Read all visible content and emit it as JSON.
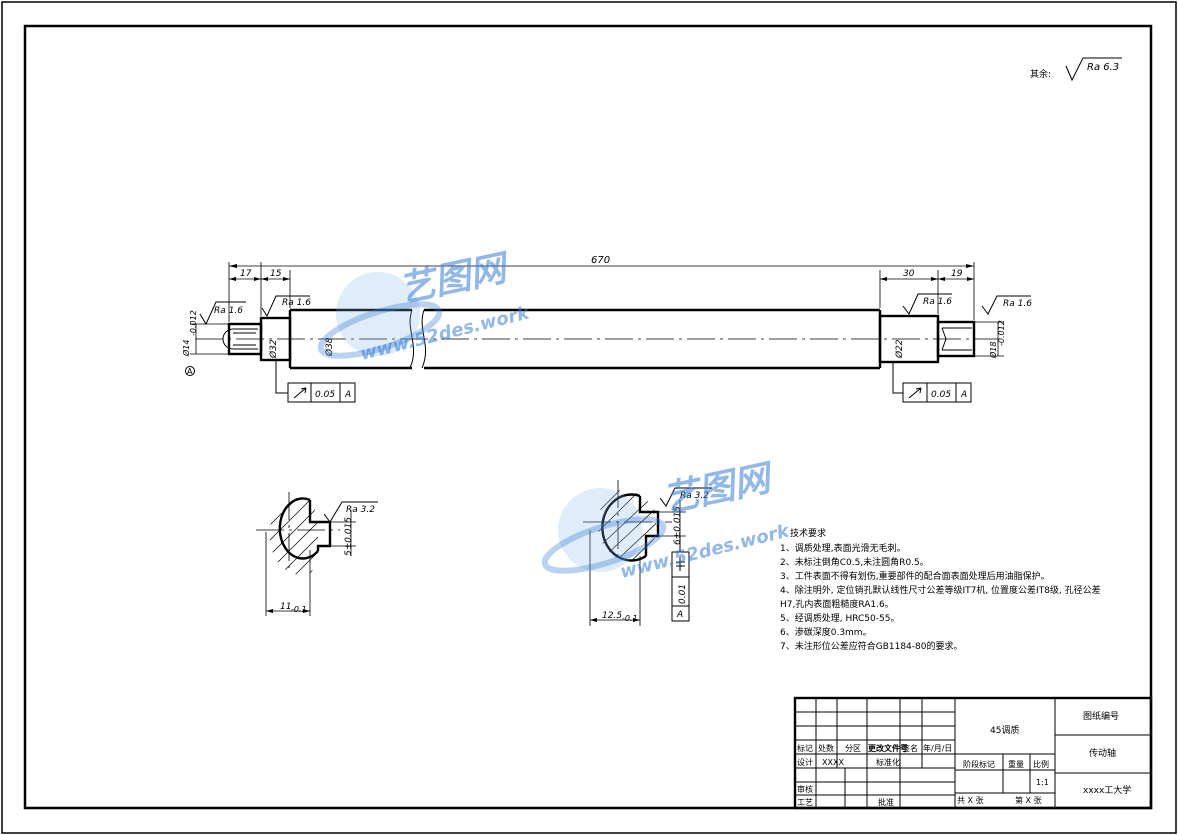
{
  "surface": {
    "other_label": "其余:",
    "other_value": "Ra 6.3"
  },
  "dimensions": {
    "overall_length": "670",
    "seg_17": "17",
    "seg_15": "15",
    "seg_30": "30",
    "seg_19": "19",
    "d_left_end": "Ø14",
    "d_left_end_tol": "-0.012",
    "d_left_shoulder": "Ø32",
    "d_body": "Ø38",
    "d_right_shoulder": "Ø22",
    "d_right_end": "Ø18",
    "d_right_end_tol": "-0.012",
    "datum_left": "A",
    "section1_width": "11",
    "section1_width_tol": "-0.1",
    "section1_key": "5±0.015",
    "section2_width": "12.5",
    "section2_width_tol": "-0.1",
    "section2_key": "6±0.015"
  },
  "roughness": {
    "r1": "Ra 1.6",
    "r2": "Ra 1.6",
    "r3": "Ra 1.6",
    "r4": "Ra 1.6",
    "r5": "Ra 3.2",
    "r6": "Ra 3.2"
  },
  "tolerance_frames": {
    "left": {
      "value": "0.05",
      "datum": "A"
    },
    "right": {
      "value": "0.05",
      "datum": "A"
    },
    "section": {
      "value": "0.01",
      "datum": "A"
    }
  },
  "watermark": {
    "title": "艺图网",
    "url": "www.52des.work"
  },
  "technical_requirements": {
    "title": "技术要求",
    "items": [
      "1、调质处理,表面光滑无毛刺。",
      "2、未标注倒角C0.5,未注圆角R0.5。",
      "3、工件表面不得有划伤,重要部件的配合面表面处理后用油脂保护。",
      "4、除注明外, 定位销孔默认线性尺寸公差等级IT7机, 位置度公差IT8级, 孔径公差",
      "H7,孔内表面粗糙度RA1.6。",
      "5、经调质处理, HRC50-55。",
      "6、渗碳深度0.3mm。",
      "7、未注形位公差应符合GB1184-80的要求。"
    ]
  },
  "title_block": {
    "mark": "标记",
    "count": "处数",
    "zone": "分区",
    "change_doc": "更改文件号",
    "signature": "签名",
    "date": "年/月/日",
    "design": "设计",
    "designer": "XXXX",
    "standardize": "标准化",
    "review": "审核",
    "process": "工艺",
    "approve": "批准",
    "material": "45调质",
    "stage_mark": "阶段标记",
    "weight": "重量",
    "scale": "比例",
    "scale_value": "1:1",
    "sheets": "共 X 张",
    "sheet_no": "第 X 张",
    "drawing_no": "图纸编号",
    "part_name": "传动轴",
    "organization": "xxxx工大学"
  }
}
